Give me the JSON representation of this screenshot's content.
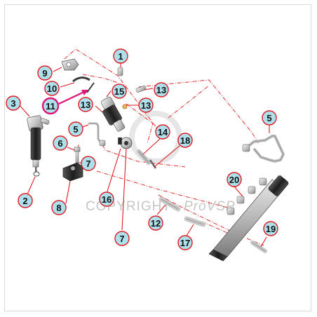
{
  "watermark": {
    "text": "COPYRIGHT",
    "brand": "ProVSP"
  },
  "colors": {
    "callout_fill": "#aee0ec",
    "callout_stroke": "#e01a22",
    "highlight_stroke": "#e0157a",
    "leader": "#e01a22",
    "dashed_line": "#e03030",
    "metal": "#cfcfcf",
    "dark_metal": "#3a3a3a"
  },
  "callouts": [
    {
      "id": "c1",
      "label": "1",
      "highlight": false
    },
    {
      "id": "c2",
      "label": "2",
      "highlight": false
    },
    {
      "id": "c3",
      "label": "3",
      "highlight": false
    },
    {
      "id": "c5a",
      "label": "5",
      "highlight": false
    },
    {
      "id": "c5b",
      "label": "5",
      "highlight": false
    },
    {
      "id": "c6",
      "label": "6",
      "highlight": false
    },
    {
      "id": "c7a",
      "label": "7",
      "highlight": false
    },
    {
      "id": "c7b",
      "label": "7",
      "highlight": false
    },
    {
      "id": "c8",
      "label": "8",
      "highlight": false
    },
    {
      "id": "c9",
      "label": "9",
      "highlight": false
    },
    {
      "id": "c10",
      "label": "10",
      "highlight": false
    },
    {
      "id": "c11",
      "label": "11",
      "highlight": true
    },
    {
      "id": "c12",
      "label": "12",
      "highlight": false
    },
    {
      "id": "c13a",
      "label": "13",
      "highlight": false
    },
    {
      "id": "c13b",
      "label": "13",
      "highlight": false
    },
    {
      "id": "c13c",
      "label": "13",
      "highlight": false
    },
    {
      "id": "c14",
      "label": "14",
      "highlight": false
    },
    {
      "id": "c15",
      "label": "15",
      "highlight": false
    },
    {
      "id": "c16",
      "label": "16",
      "highlight": false
    },
    {
      "id": "c17",
      "label": "17",
      "highlight": false
    },
    {
      "id": "c18",
      "label": "18",
      "highlight": false
    },
    {
      "id": "c19",
      "label": "19",
      "highlight": false
    },
    {
      "id": "c20",
      "label": "20",
      "highlight": false
    }
  ]
}
